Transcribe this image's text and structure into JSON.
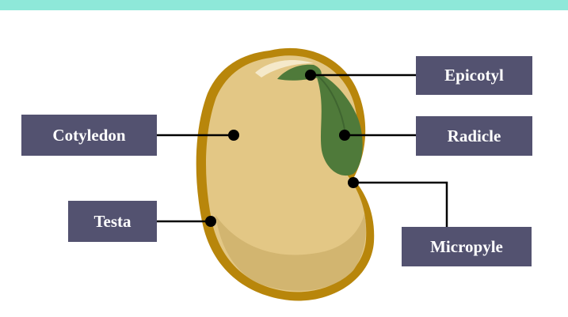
{
  "diagram": {
    "labels": {
      "epicotyl": "Epicotyl",
      "radicle": "Radicle",
      "cotyledon": "Cotyledon",
      "testa": "Testa",
      "micropyle": "Micropyle"
    }
  },
  "colors": {
    "header_bar": "#8ee8d9",
    "label_box": "#535270",
    "label_text": "#ffffff",
    "testa": "#b8860b",
    "cotyledon": "#e3c785",
    "embryo": "#4f7a3a",
    "leader_line": "#000000"
  }
}
